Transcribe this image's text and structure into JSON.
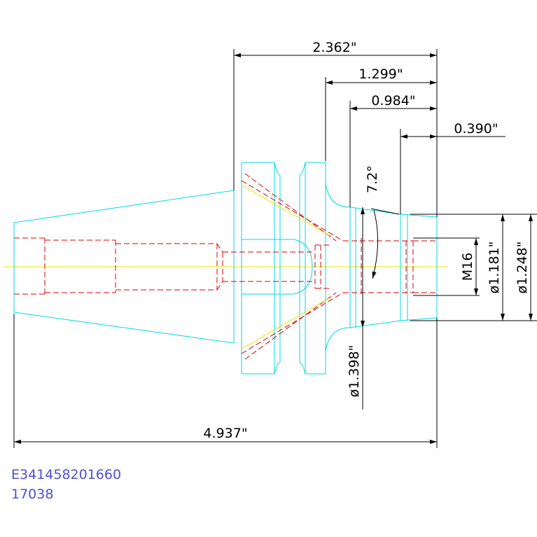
{
  "colors": {
    "outline": "#00d8e8",
    "hidden": "#e00000",
    "centerline": "#e8e800",
    "dimension": "#000000",
    "id_text": "#5050d0"
  },
  "dimensions": {
    "overall_length_top": "2.362\"",
    "length_1299": "1.299\"",
    "length_0984": "0.984\"",
    "length_0390": "0.390\"",
    "overall_length_bottom": "4.937\"",
    "angle": "7.2°",
    "thread": "M16",
    "dia_1181": "ø1.181\"",
    "dia_1248": "ø1.248\"",
    "dia_1398": "ø1.398\""
  },
  "part_info": {
    "part_number": "E341458201660",
    "code": "17038"
  }
}
